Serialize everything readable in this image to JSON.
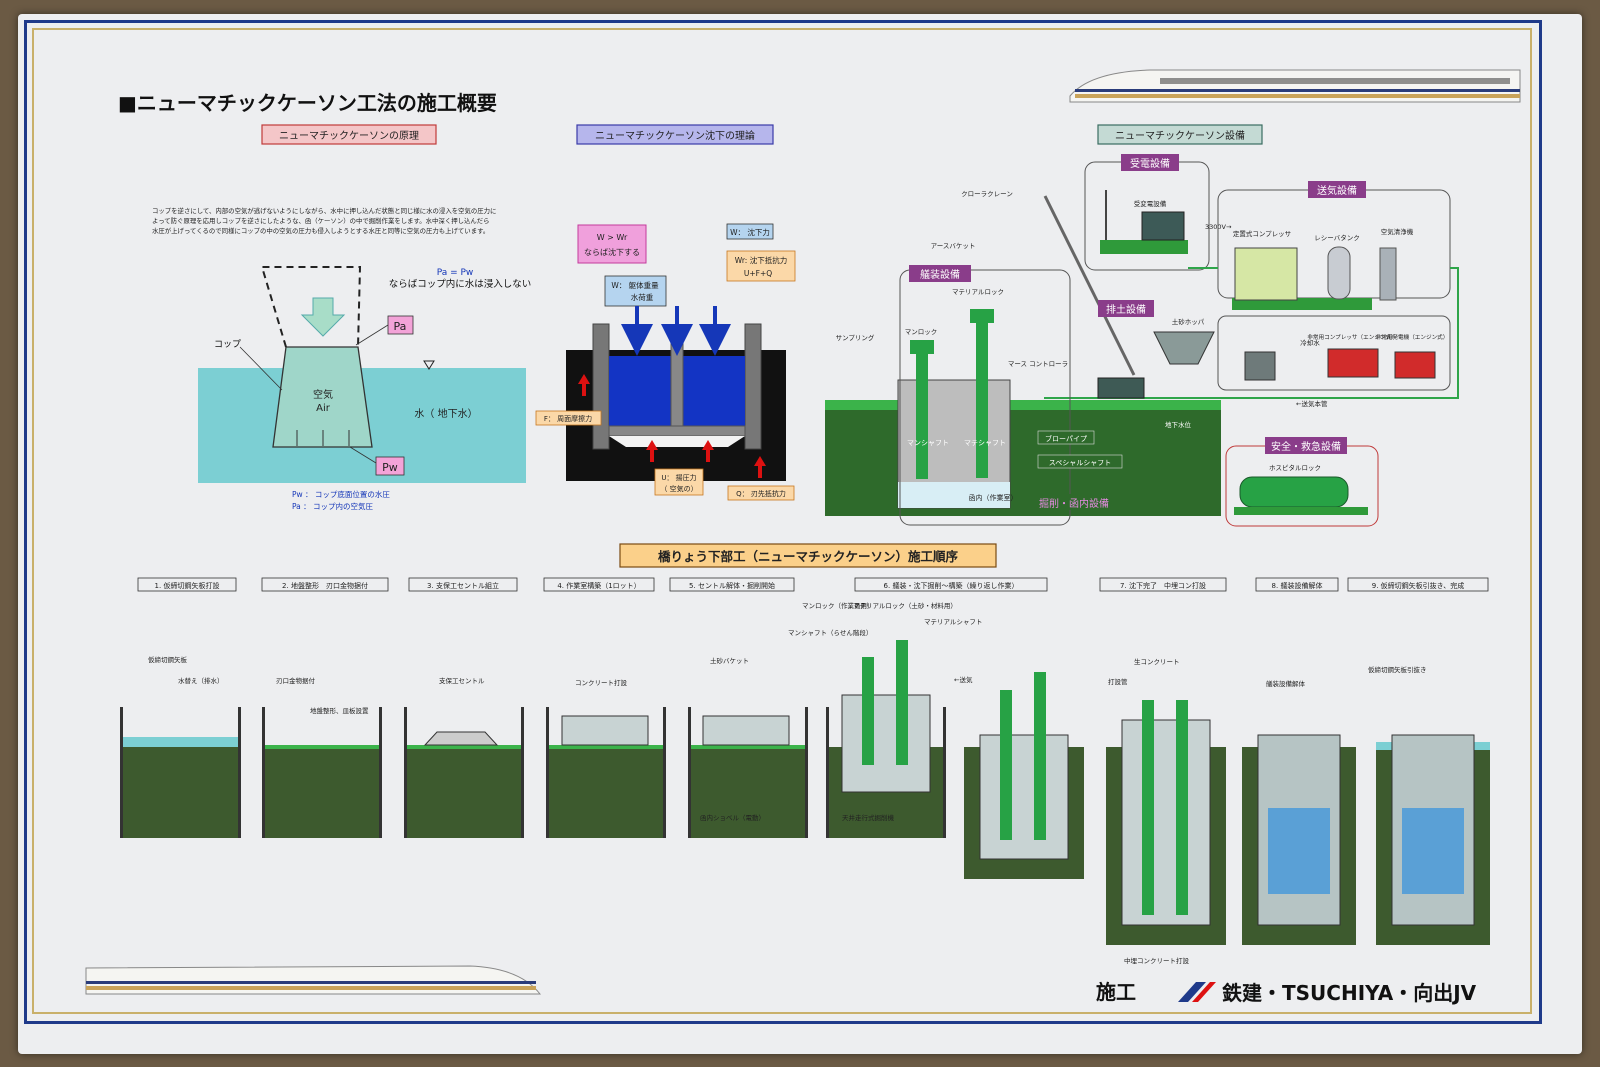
{
  "title": "■ニューマチックケーソン工法の施工概要",
  "principle": {
    "header": "ニューマチックケーソンの原理",
    "desc": [
      "コップを逆さにして、内部の空気が逃げないようにしながら、水中に押し込んだ状態と同じ様に水の浸入を空気の圧力に",
      "よって防ぐ原理を応用しコップを逆さにしたような、函（ケーソン）の中で掘削作業をします。水中深く押し込んだら",
      "水圧が上げってくるので同様にコップの中の空気の圧力も侵入しようとする水圧と同等に空気の圧力も上げています。"
    ],
    "equation": "Pa = Pw",
    "equation_note": "ならばコップ内に水は浸入しない",
    "cup_label": "コップ",
    "air_label": "空気",
    "air_en": "Air",
    "water_label": "水（ 地下水）",
    "pa": "Pa",
    "pw": "Pw",
    "legend_pw": "Pw ：  コップ底面位置の水圧",
    "legend_pa": "Pa ：  コップ内の空気圧"
  },
  "theory": {
    "header": "ニューマチックケーソン沈下の理論",
    "condition_1": "W > Wr",
    "condition_2": "ならば沈下する",
    "w_label_1": "W： 躯体重量",
    "w_label_2": "水荷重",
    "force_legend": "W： 沈下力",
    "wr_legend_1": "Wr: 沈下抵抗力",
    "wr_legend_2": "U+F+Q",
    "friction": "F： 周面摩擦力",
    "uplift_1": "U： 揚圧力",
    "uplift_2": "（ 空気の）",
    "edge": "Q： 刃先抵抗力"
  },
  "equipment": {
    "header": "ニューマチックケーソン設備",
    "power": "受電設備",
    "substation": "受変電設備",
    "voltage": "3300V→",
    "air_supply": "送気設備",
    "compressor": "定置式コンプレッサ",
    "receiver": "レシーバタンク",
    "air_cleaner": "空気清浄機",
    "cooling": "冷却水",
    "emergency_comp": "非常用コンプレッサ（エンジン式）",
    "emergency_gen": "非常用発電機（エンジン式）",
    "main_pipe": "←送気本管",
    "crane": "クローラクレーン",
    "bucket": "アースバケット",
    "outfitting": "艤装設備",
    "material_lock": "マテリアルロック",
    "man_lock": "マンロック",
    "sampling": "サンプリング",
    "mass_controller": "マース コントローラ",
    "discharge": "排土設備",
    "hopper": "土砂ホッパ",
    "groundwater": "地下水位",
    "man_shaft": "マンシャフト",
    "mat_shaft": "マテシャフト",
    "blow_pipe": "ブローパイプ",
    "special_shaft": "スペシャルシャフト",
    "chamber": "函内（作業室）",
    "excavation": "掘削・函内設備",
    "safety": "安全・救急設備",
    "hospital_lock": "ホスピタルロック"
  },
  "sequence": {
    "header": "橋りょう下部工（ニューマチックケーソン）施工順序",
    "steps": [
      "1. 仮締切鋼矢板打設",
      "2. 地盤整形　刃口金物据付",
      "3. 支保工セントル組立",
      "4. 作業室構築（1ロット）",
      "5. セントル解体・掘削開始",
      "6. 艤装・沈下掘削～構築（繰り返し作業）",
      "7. 沈下完了　中埋コン打設",
      "8. 艤装設備解体",
      "9. 仮締切鋼矢板引抜き、完成"
    ],
    "notes": {
      "sheet_pile": "仮締切鋼矢板",
      "water": "水替え（排水）",
      "edge_install": "刃口金物据付",
      "ground": "地盤整形、皿板設置",
      "centle": "支保工セントル",
      "concrete_pour": "コンクリート打設",
      "soil_bucket": "土砂バケット",
      "shovel": "函内ショベル（電動）",
      "manlock_u": "マンロック（作業員用）",
      "matlock_u": "マテリアルロック（土砂・材料用）",
      "manshaft_u": "マンシャフト（らせん階段）",
      "matshaft_u": "マテリアルシャフト",
      "air_feed": "←送気",
      "ceiling_excavator": "天井走行式掘削機",
      "fresh_concrete": "生コンクリート",
      "tremie": "打設管",
      "fill_concrete": "中埋コンクリート打設",
      "dismantle": "艤装設備解体",
      "pile_removal": "仮締切鋼矢板引抜き"
    }
  },
  "footer": {
    "label": "施工",
    "company": "鉄建・TSUCHIYA・向出JV"
  },
  "colors": {
    "water": "#7ccfd3",
    "ground": "#2d4a22",
    "grass": "#2f9a3a",
    "shaft": "#27a245",
    "navy": "#1f3a8a",
    "gold": "#c9b06a"
  }
}
